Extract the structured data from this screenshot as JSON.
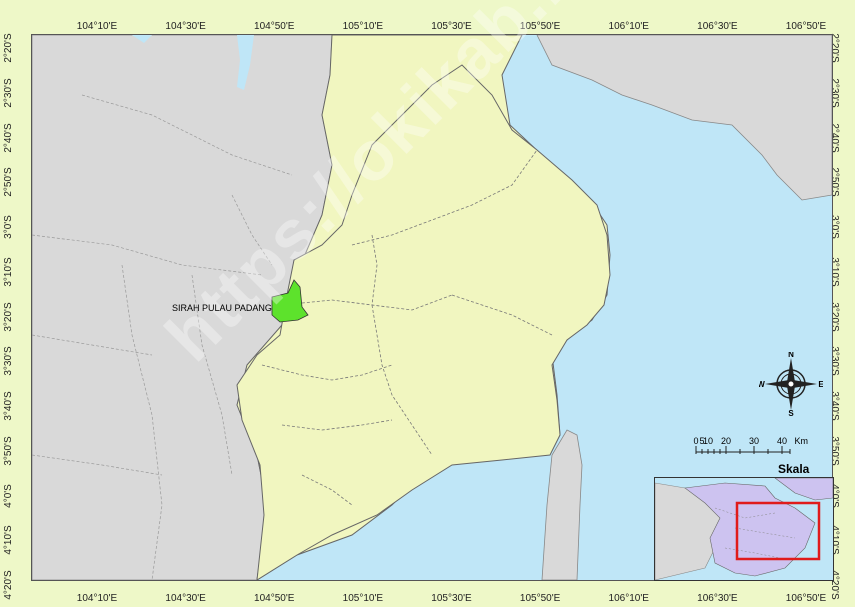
{
  "map": {
    "place_label": "SIRAH PULAU PADANG",
    "watermark": "https://okikab.bps.go.id",
    "colors": {
      "sea": "#bfe6f7",
      "land_outside": "#d9d9d9",
      "region": "#f1f6c0",
      "highlight": "#5de22c",
      "frame": "#eef8c8",
      "inset_region": "#cdc3f0",
      "inset_box": "#e01b1b"
    }
  },
  "axes": {
    "lon_labels": [
      "104°10'E",
      "104°30'E",
      "104°50'E",
      "105°10'E",
      "105°30'E",
      "105°50'E",
      "106°10'E",
      "106°30'E",
      "106°50'E"
    ],
    "lat_labels": [
      "2°20'S",
      "2°30'S",
      "2°40'S",
      "2°50'S",
      "3°0'S",
      "3°10'S",
      "3°20'S",
      "3°30'S",
      "3°40'S",
      "3°50'S",
      "4°0'S",
      "4°10'S",
      "4°20'S"
    ]
  },
  "compass": {
    "n": "N",
    "s": "S",
    "e": "E",
    "w": "W"
  },
  "scale": {
    "ticks": [
      "0",
      "5",
      "10",
      "20",
      "30",
      "40"
    ],
    "unit": "Km",
    "title": "Skala"
  }
}
